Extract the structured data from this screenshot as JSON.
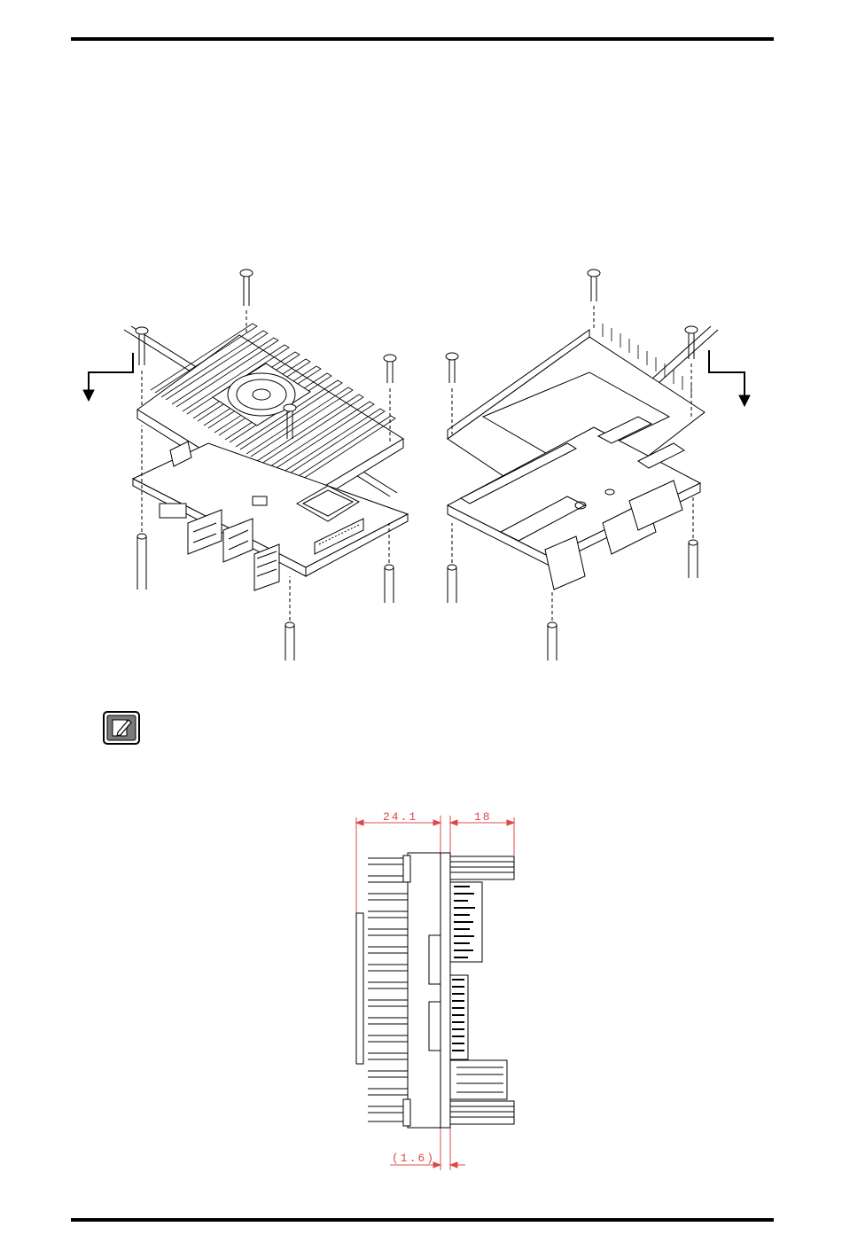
{
  "figure_exploded": {
    "left_view": "board-front-exploded",
    "right_view": "board-back-exploded"
  },
  "note": {
    "icon": "note-pencil-icon"
  },
  "figure_side_view": {
    "dimensions": {
      "heatsink_height": "24.1",
      "bottom_height": "18",
      "board_thickness": "(1.6)"
    },
    "dimension_color": "#e04848"
  }
}
